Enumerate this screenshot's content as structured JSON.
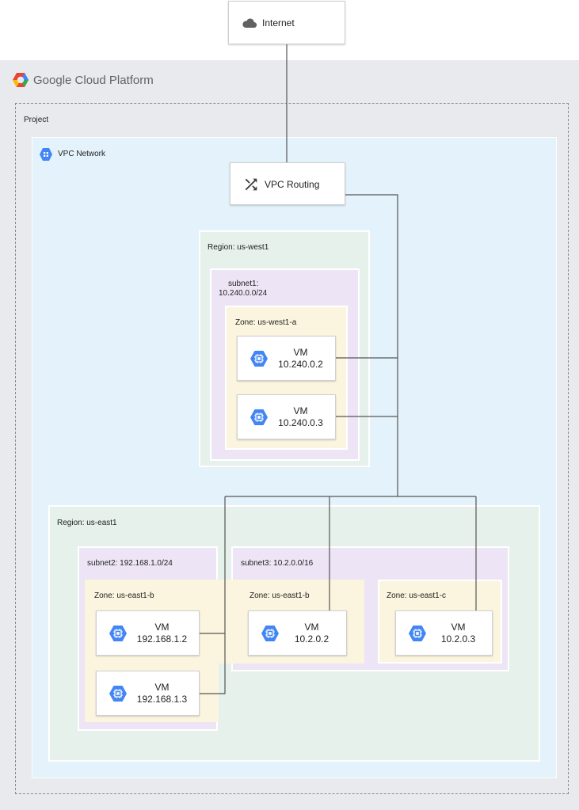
{
  "internet": {
    "label": "Internet"
  },
  "platform": {
    "title": "Google Cloud Platform"
  },
  "project": {
    "label": "Project"
  },
  "vpc": {
    "label": "VPC Network",
    "routing_label": "VPC Routing"
  },
  "region_west": {
    "label": "Region: us-west1",
    "subnet_label_line1": "subnet1:",
    "subnet_label_line2": "10.240.0.0/24",
    "zone_label": "Zone: us-west1-a",
    "vms": [
      {
        "name": "VM",
        "ip": "10.240.0.2"
      },
      {
        "name": "VM",
        "ip": "10.240.0.3"
      }
    ]
  },
  "region_east": {
    "label": "Region: us-east1",
    "subnet2_label": "subnet2: 192.168.1.0/24",
    "subnet3_label": "subnet3: 10.2.0.0/16",
    "zone_b1_label": "Zone: us-east1-b",
    "zone_b2_label": "Zone: us-east1-b",
    "zone_c_label": "Zone: us-east1-c",
    "vms": [
      {
        "name": "VM",
        "ip": "192.168.1.2"
      },
      {
        "name": "VM",
        "ip": "192.168.1.3"
      },
      {
        "name": "VM",
        "ip": "10.2.0.2"
      },
      {
        "name": "VM",
        "ip": "10.2.0.3"
      }
    ]
  },
  "colors": {
    "gcp_background": "#e8eaed",
    "vpc_background": "#e3f2fb",
    "region_background": "#e5f1ea",
    "subnet_background": "#ede5f5",
    "zone_background": "#fbf5df",
    "compute_icon_blue": "#4285f4",
    "connector_line": "#555555"
  },
  "icons": {
    "internet": "cloud-icon",
    "platform": "gcp-logo-icon",
    "vpc": "vpc-network-icon",
    "routing": "shuffle-routing-icon",
    "vm": "compute-engine-icon"
  }
}
